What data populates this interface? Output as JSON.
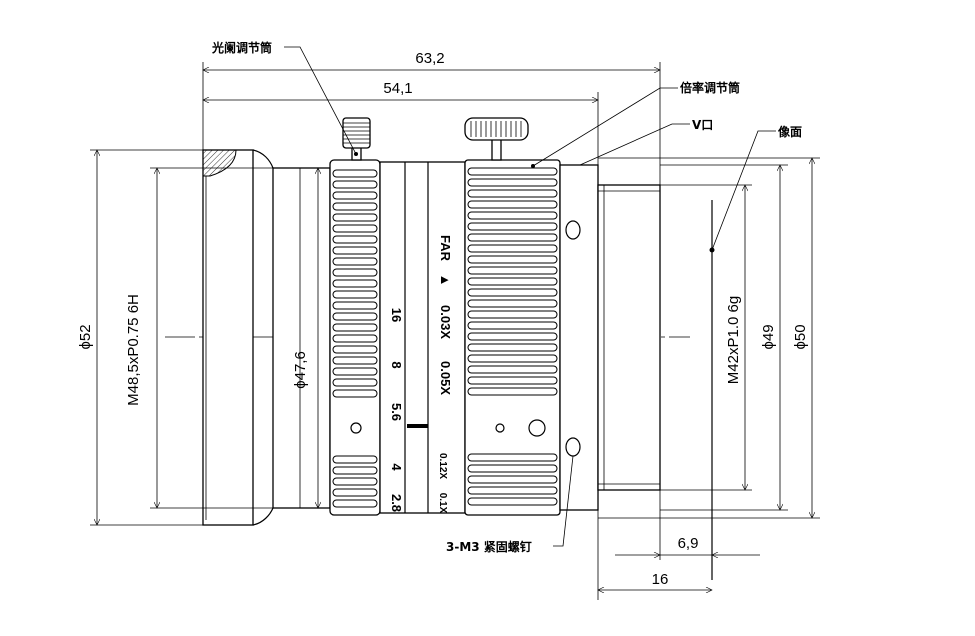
{
  "labels": {
    "aperture_ring": "光阑调节筒",
    "mag_ring": "倍率调节筒",
    "v_mount": "V口",
    "image_plane": "像面",
    "screws": "3-M3 紧固螺钉"
  },
  "dims": {
    "overall_length": "63,2",
    "body_length": "54,1",
    "dia_52": "ϕ52",
    "front_thread": "M48,5xP0.75 6H",
    "dia_47_6": "ϕ47,6",
    "mount_thread": "M42xP1.0 6g",
    "dia_49": "ϕ49",
    "dia_50": "ϕ50",
    "flange": "6,9",
    "back_focus": "16"
  },
  "scale": {
    "far": "FAR",
    "far_arrow": "▲",
    "magnifications": [
      "0.03X",
      "0.05X",
      "0.12X",
      "0.1X"
    ],
    "f_numbers": [
      "16",
      "8",
      "5.6",
      "4",
      "2.8"
    ]
  }
}
